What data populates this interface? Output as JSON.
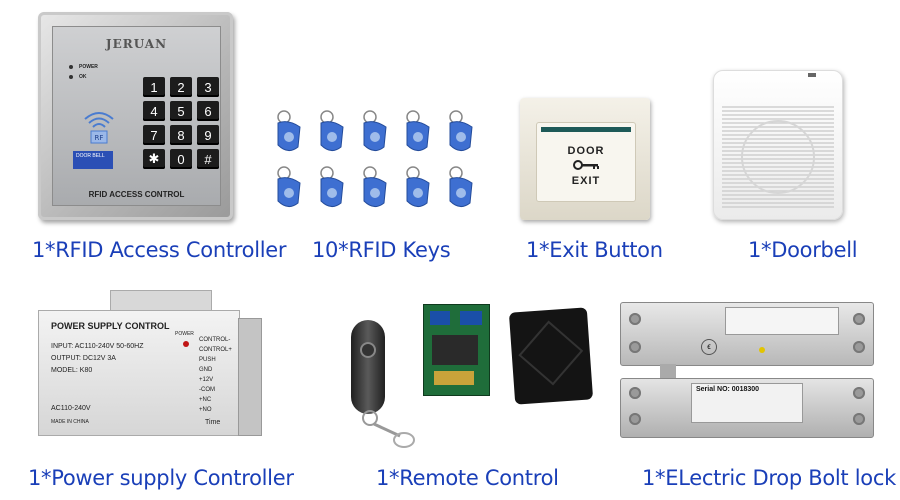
{
  "captions": {
    "keypad": "1*RFID Access Controller",
    "keys": "10*RFID Keys",
    "exit": "1*Exit Button",
    "doorbell": "1*Doorbell",
    "psu": "1*Power supply Controller",
    "remote": "1*Remote Control",
    "bolt": "1*ELectric Drop Bolt lock"
  },
  "keypad": {
    "brand": "JERUAN",
    "led_power": "POWER",
    "led_ok": "OK",
    "keys": [
      "1",
      "2",
      "3",
      "4",
      "5",
      "6",
      "7",
      "8",
      "9",
      "✱",
      "0",
      "#"
    ],
    "rf": "RF",
    "doorbell_tag": "DOOR BELL",
    "label": "RFID ACCESS CONTROL"
  },
  "exit_button": {
    "top": "DOOR",
    "bottom": "EXIT"
  },
  "psu": {
    "title": "POWER SUPPLY CONTROL",
    "input": "INPUT: AC110-240V 50-60HZ",
    "output": "OUTPUT: DC12V 3A",
    "model": "MODEL: K80",
    "ac": "AC110-240V",
    "made": "MADE IN CHINA",
    "power": "POWER",
    "time": "Time",
    "terminals": [
      "CONTROL-",
      "CONTROL+",
      "PUSH",
      "GND",
      "+12V",
      "-COM",
      "+NC",
      "+NO"
    ]
  },
  "bolt": {
    "serial": "Serial NO: 0018300"
  },
  "colors": {
    "caption": "#1a3fb8",
    "fob": "#3e6fd1",
    "pcb": "#1f6d3a"
  }
}
